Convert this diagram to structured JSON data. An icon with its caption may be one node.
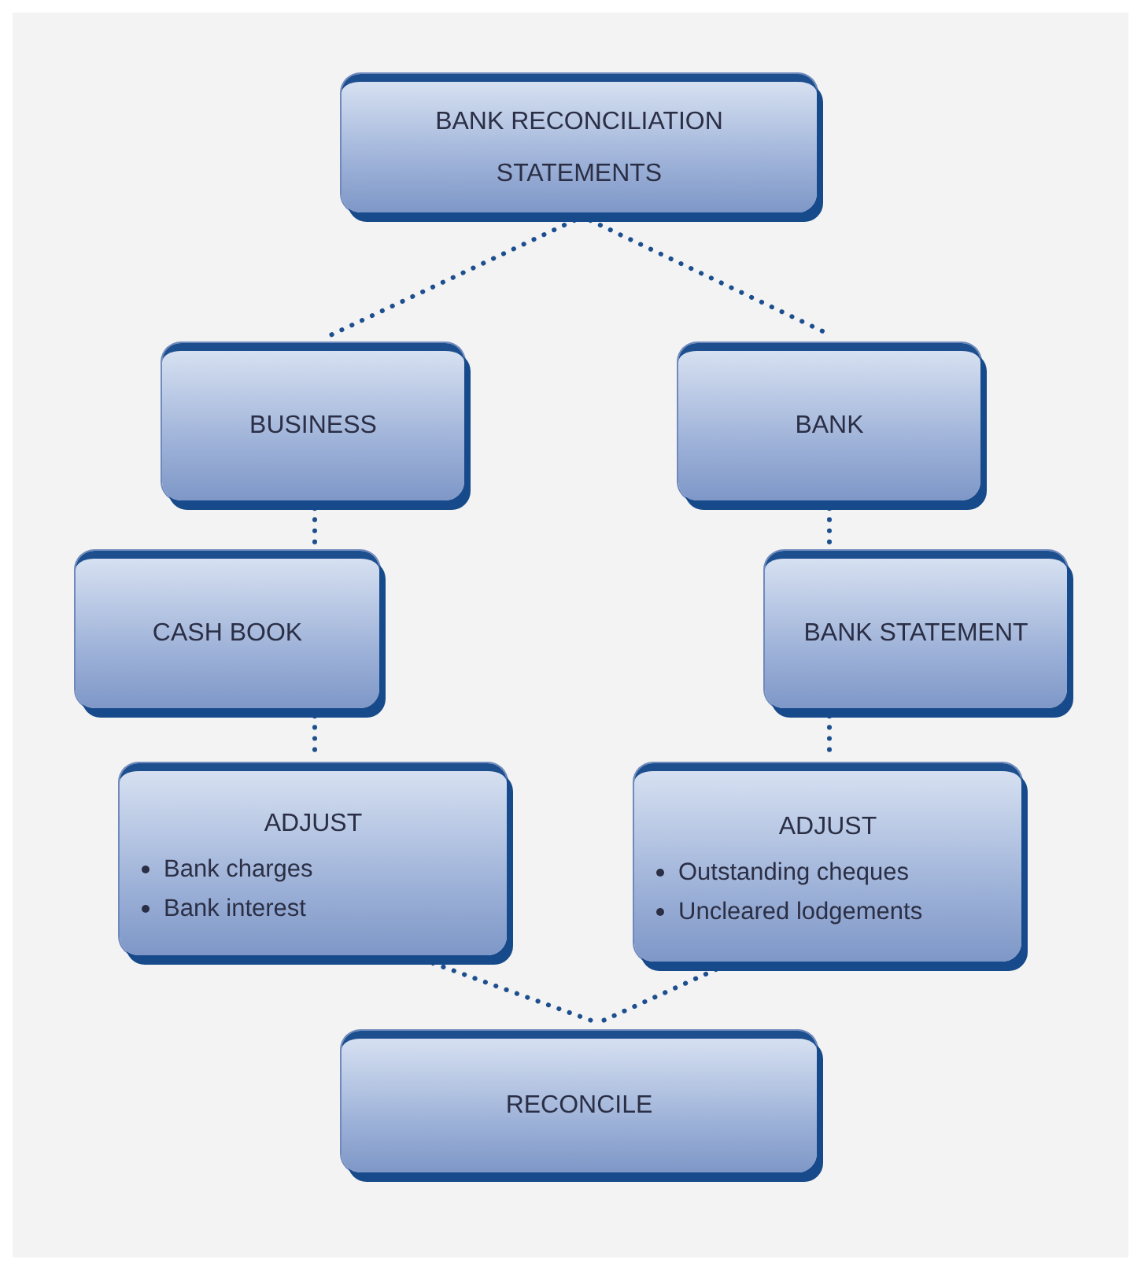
{
  "diagram": {
    "nodes": [
      {
        "text": [
          "BANK RECONCILIATION STATEMENTS"
        ]
      },
      {
        "text": [
          "BUSINESS"
        ]
      },
      {
        "text": [
          "BANK"
        ]
      },
      {
        "text": [
          "CASH BOOK"
        ]
      },
      {
        "text": [
          "BANK STATEMENT"
        ]
      },
      {
        "text": [
          "ADJUST",
          "Bank charges",
          "Bank interest"
        ]
      },
      {
        "text": [
          "ADJUST",
          "Outstanding cheques",
          "Uncleared lodgements"
        ]
      },
      {
        "text": [
          "RECONCILE"
        ]
      }
    ],
    "edges": [
      {
        "from": 0,
        "to": 1,
        "arrow": "none"
      },
      {
        "from": 0,
        "to": 2,
        "arrow": "none"
      },
      {
        "from": 1,
        "to": 3,
        "arrow": "none"
      },
      {
        "from": 2,
        "to": 4,
        "arrow": "none"
      },
      {
        "from": 3,
        "to": 5,
        "arrow": "none"
      },
      {
        "from": 4,
        "to": 6,
        "arrow": "none"
      },
      {
        "from": 5,
        "to": 7,
        "arrow": "none"
      },
      {
        "from": 6,
        "to": 7,
        "arrow": "none"
      }
    ]
  }
}
